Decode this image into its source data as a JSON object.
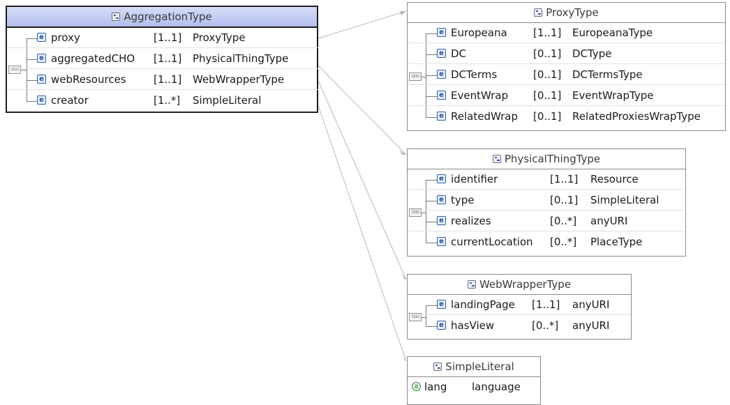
{
  "aggregation": {
    "title": "AggregationType",
    "elements": [
      {
        "name": "proxy",
        "card": "[1..1]",
        "type": "ProxyType"
      },
      {
        "name": "aggregatedCHO",
        "card": "[1..1]",
        "type": "PhysicalThingType"
      },
      {
        "name": "webResources",
        "card": "[1..1]",
        "type": "WebWrapperType"
      },
      {
        "name": "creator",
        "card": "[1..*]",
        "type": "SimpleLiteral"
      }
    ]
  },
  "proxy_type": {
    "title": "ProxyType",
    "elements": [
      {
        "name": "Europeana",
        "card": "[1..1]",
        "type": "EuropeanaType"
      },
      {
        "name": "DC",
        "card": "[0..1]",
        "type": "DCType"
      },
      {
        "name": "DCTerms",
        "card": "[0..1]",
        "type": "DCTermsType"
      },
      {
        "name": "EventWrap",
        "card": "[0..1]",
        "type": "EventWrapType"
      },
      {
        "name": "RelatedWrap",
        "card": "[0..1]",
        "type": "RelatedProxiesWrapType"
      }
    ]
  },
  "physical_thing_type": {
    "title": "PhysicalThingType",
    "elements": [
      {
        "name": "identifier",
        "card": "[1..1]",
        "type": "Resource"
      },
      {
        "name": "type",
        "card": "[0..1]",
        "type": "SimpleLiteral"
      },
      {
        "name": "realizes",
        "card": "[0..*]",
        "type": "anyURI"
      },
      {
        "name": "currentLocation",
        "card": "[0..*]",
        "type": "PlaceType"
      }
    ]
  },
  "web_wrapper_type": {
    "title": "WebWrapperType",
    "elements": [
      {
        "name": "landingPage",
        "card": "[1..1]",
        "type": "anyURI"
      },
      {
        "name": "hasView",
        "card": "[0..*]",
        "type": "anyURI"
      }
    ]
  },
  "simple_literal": {
    "title": "SimpleLiteral",
    "attributes": [
      {
        "name": "lang",
        "type": "language"
      }
    ]
  },
  "icons": {
    "type_icon": "complex-type-icon",
    "element_icon": "element-icon",
    "attribute_icon": "attribute-icon",
    "sequence_icon": "sequence-icon"
  },
  "colors": {
    "selected_header": "#b3bdee",
    "connector": "#b8b8b8",
    "border": "#8a8a8a"
  }
}
